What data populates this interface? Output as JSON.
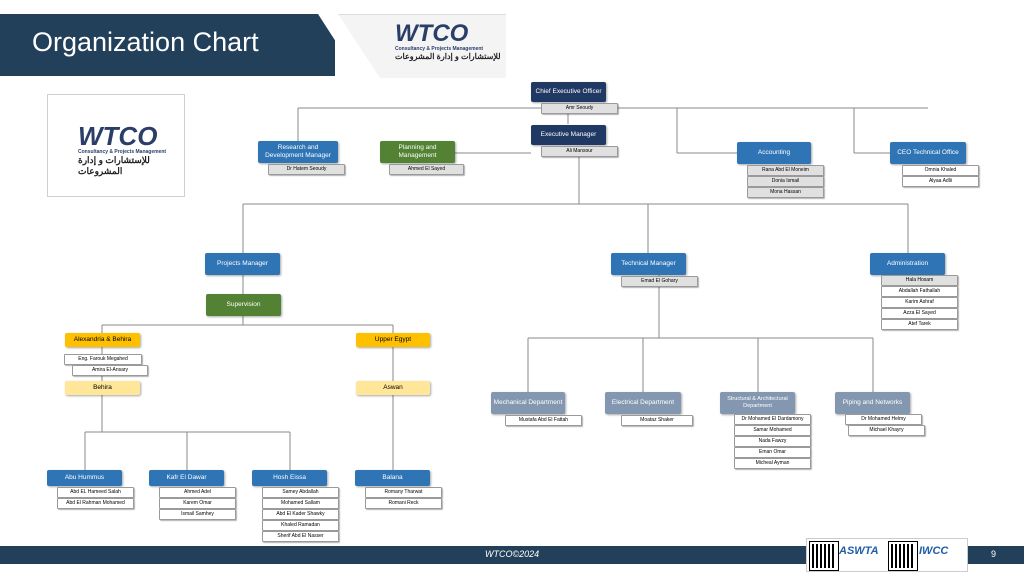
{
  "header": {
    "title": "Organization Chart"
  },
  "logo": {
    "main": "WTCO",
    "subtitle": "Consultancy & Projects Management",
    "arabic": "للإستشارات و إدارة المشروعات"
  },
  "ceo": {
    "title": "Chief Executive Officer",
    "names": [
      "Amr Seoudy"
    ]
  },
  "exec": {
    "title": "Executive Manager",
    "names": [
      "Ali Mansour"
    ]
  },
  "rnd": {
    "title": "Research and Development Manager",
    "names": [
      "Dr Hatem Seoudy"
    ]
  },
  "planning": {
    "title": "Planning and Management",
    "names": [
      "Ahmed El Sayed"
    ]
  },
  "accounting": {
    "title": "Accounting",
    "names": [
      "Rana Abd El Moneim",
      "Donia Ismail",
      "Mona Hassan"
    ]
  },
  "ceo_office": {
    "title": "CEO Technical Office",
    "names": [
      "Omnia Khaled",
      "Alyaa Adlii"
    ]
  },
  "projects": {
    "title": "Projects Manager"
  },
  "supervision": {
    "title": "Supervision"
  },
  "technical": {
    "title": "Technical Manager",
    "names": [
      "Emad El Gohary"
    ]
  },
  "administration": {
    "title": "Administration",
    "names": [
      "Hala Hosam",
      "Abdallah Fathallah",
      "Karim Ashraf",
      "Azza El Sayed",
      "Atef Tarek"
    ]
  },
  "alex": {
    "title": "Alexandria & Behira",
    "names": [
      "Eng. Farouk Megahed",
      "Amira El-Ansary"
    ]
  },
  "behira": {
    "title": "Behira"
  },
  "upper": {
    "title": "Upper Egypt"
  },
  "aswan": {
    "title": "Aswan"
  },
  "abu": {
    "title": "Abu Hummus",
    "names": [
      "Abd EL Hameed Salah",
      "Abd El Rahman Mohamed"
    ]
  },
  "kafr": {
    "title": "Kafr El Dawar",
    "names": [
      "Ahmed Adel",
      "Karem Omar",
      "Ismail Samhey"
    ]
  },
  "hosh": {
    "title": "Hosh Eissa",
    "names": [
      "Samey Abdallah",
      "Mohamed Sallam",
      "Abd El Kader Shawky",
      "Khaled Ramadan",
      "Sherif Abd El Nasser"
    ]
  },
  "balana": {
    "title": "Balana",
    "names": [
      "Romany Tharwat",
      "Romani Reck"
    ]
  },
  "mech": {
    "title": "Mechanical Department",
    "names": [
      "Mustafa Abd El Fattah"
    ]
  },
  "elec": {
    "title": "Electrical Department",
    "names": [
      "Moataz Shaker"
    ]
  },
  "struct": {
    "title": "Structural & Architectural Department",
    "names": [
      "Dr Mohamed El Dardamony",
      "Samar Mohamed",
      "Nada Fawzy",
      "Eman Omar",
      "Micheal Ayman"
    ]
  },
  "piping": {
    "title": "Piping and Networks",
    "names": [
      "Dr Mohamed Helmy",
      "Michael Khayry"
    ]
  },
  "footer": {
    "text": "WTCO©2024",
    "page": "9",
    "badge1": "ASWTA",
    "badge2": "IWCC"
  }
}
